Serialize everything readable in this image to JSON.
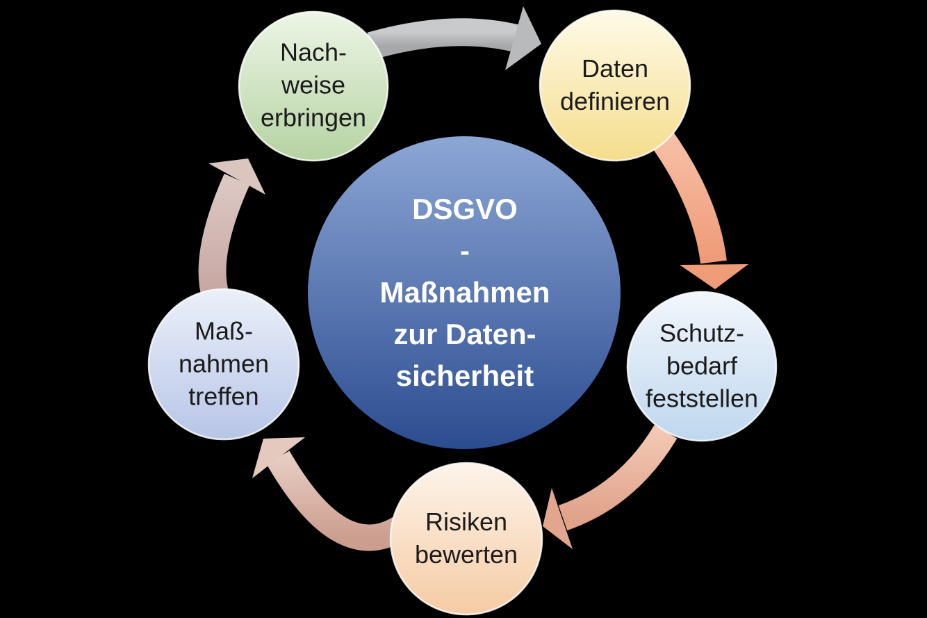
{
  "background_color": "#000000",
  "label_text_color": "#1B1B1B",
  "center_node": {
    "label": "DSGVO\n-\nMaßnahmen\nzur Daten-\nsicherheit",
    "text_color": "#FFFFFF",
    "fill_top": "#8CA6D5",
    "fill_bottom": "#2C4C90"
  },
  "nodes": {
    "nachweise": {
      "label": "Nach-\nweise\nerbringen",
      "fill_top": "#EDF5E6",
      "fill_bottom": "#B5D3A2",
      "stroke": "#FFFFFF"
    },
    "daten": {
      "label": "Daten\ndefinieren",
      "fill_top": "#FEFAE8",
      "fill_bottom": "#F5DD8C",
      "stroke": "#FFFFFF"
    },
    "schutzbedarf": {
      "label": "Schutz-\nbedarf\nfeststellen",
      "fill_top": "#F2F6FC",
      "fill_bottom": "#BFD7EE",
      "stroke": "#FFFFFF"
    },
    "risiken": {
      "label": "Risiken\nbewerten",
      "fill_top": "#FDF4EA",
      "fill_bottom": "#F5CBA4",
      "stroke": "#FFFFFF"
    },
    "massnahmen": {
      "label": "Maß-\nnahmen\ntreffen",
      "fill_top": "#EBF0F9",
      "fill_bottom": "#B7C5E7",
      "stroke": "#FFFFFF"
    }
  },
  "arrows": {
    "nachweise_daten": {
      "from": "Nach-weise erbringen",
      "to": "Daten definieren",
      "color_top": "#C9CACC",
      "color_bottom": "#A7A8AA",
      "head_color": "#B9BABC"
    },
    "daten_schutzbedarf": {
      "from": "Daten definieren",
      "to": "Schutz-bedarf feststellen",
      "color_top": "#F7C0A8",
      "color_bottom": "#EE9A76",
      "head_color": "#EF9C79"
    },
    "schutzbedarf_risiken": {
      "from": "Schutz-bedarf feststellen",
      "to": "Risiken bewerten",
      "color_top": "#F3C8B4",
      "color_bottom": "#E0A28A",
      "head_color": "#E2A58D"
    },
    "risiken_massnahmen": {
      "from": "Risiken bewerten",
      "to": "Maß-nahmen treffen",
      "color_top": "#E7CDC3",
      "color_bottom": "#CC9E8F",
      "head_color": "#E5C9BE"
    },
    "massnahmen_nachweise": {
      "from": "Maß-nahmen treffen",
      "to": "Nach-weise erbringen",
      "color_top": "#DDC9C4",
      "color_bottom": "#C6A5A0",
      "head_color": "#DAC5BF"
    }
  }
}
